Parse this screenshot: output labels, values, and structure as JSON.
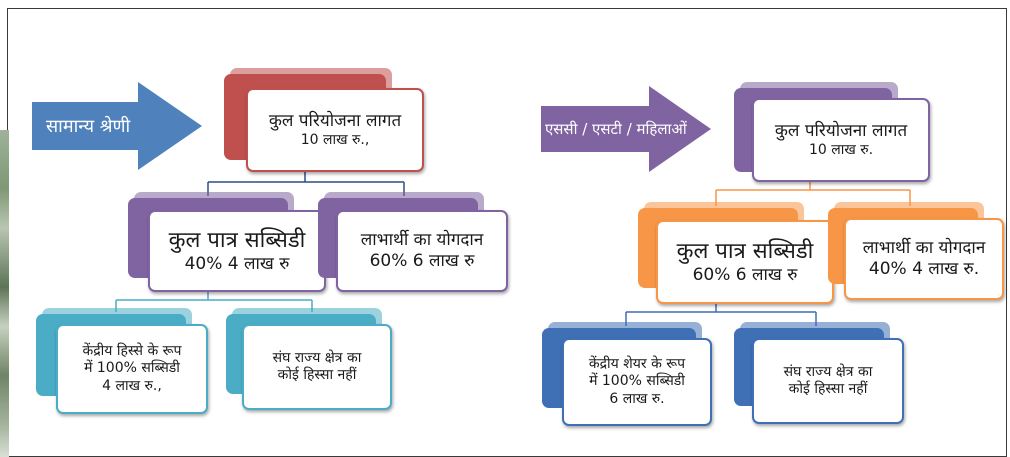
{
  "left": {
    "arrow_label": "सामान्य श्रेणी",
    "top": {
      "title": "कुल परियोजना लागत",
      "value": "10 लाख रु.,"
    },
    "subsidy": {
      "title": "कुल पात्र सब्सिडी",
      "value": "40% 4 लाख रु"
    },
    "contribution": {
      "title": "लाभार्थी का योगदान",
      "value": "60% 6 लाख रु"
    },
    "central": {
      "line1": "केंद्रीय हिस्से के रूप",
      "line2": "में 100% सब्सिडी",
      "line3": "4 लाख रु.,"
    },
    "ut": {
      "line1": "संघ राज्य क्षेत्र का",
      "line2": "कोई हिस्सा नहीं"
    }
  },
  "right": {
    "arrow_label": "एससी / एसटी / महिलाओं",
    "top": {
      "title": "कुल परियोजना लागत",
      "value": "10 लाख रु."
    },
    "subsidy": {
      "title": "कुल पात्र सब्सिडी",
      "value": "60% 6 लाख रु"
    },
    "contribution": {
      "title": "लाभार्थी का योगदान",
      "value": "40% 4 लाख रु."
    },
    "central": {
      "line1": "केंद्रीय शेयर के रूप",
      "line2": "में 100% सब्सिडी",
      "line3": "6 लाख रु."
    },
    "ut": {
      "line1": "संघ राज्य क्षेत्र का",
      "line2": "कोई हिस्सा नहीं"
    }
  },
  "colors": {
    "arrow_blue": "#4f81bd",
    "red": "#c0504d",
    "purple": "#8064a2",
    "teal": "#4bacc6",
    "orange": "#f79646",
    "steel_blue": "#3f6fb5",
    "left_connector": "#2e4d8a",
    "right_connector": "#f79646"
  }
}
